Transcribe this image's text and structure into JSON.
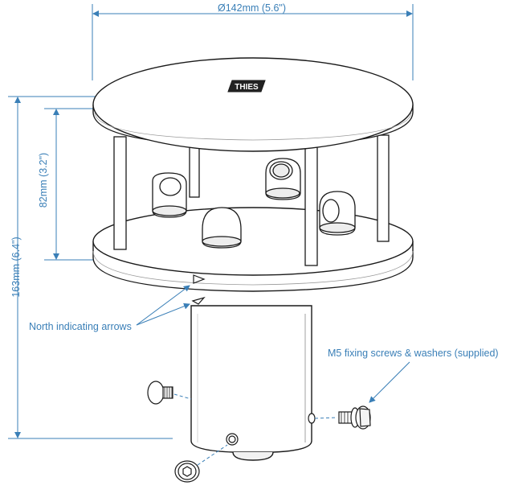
{
  "dimensions": {
    "diameter": "Ø142mm (5.6\")",
    "height_total": "163mm (6.4\")",
    "height_gap": "82mm (3.2\")"
  },
  "callouts": {
    "north_arrows": "North indicating arrows",
    "fixing_screws": "M5 fixing screws & washers (supplied)"
  },
  "logo_text": "THIES",
  "colors": {
    "dimension_line": "#3a7fb7",
    "outline": "#1a1a1a"
  }
}
